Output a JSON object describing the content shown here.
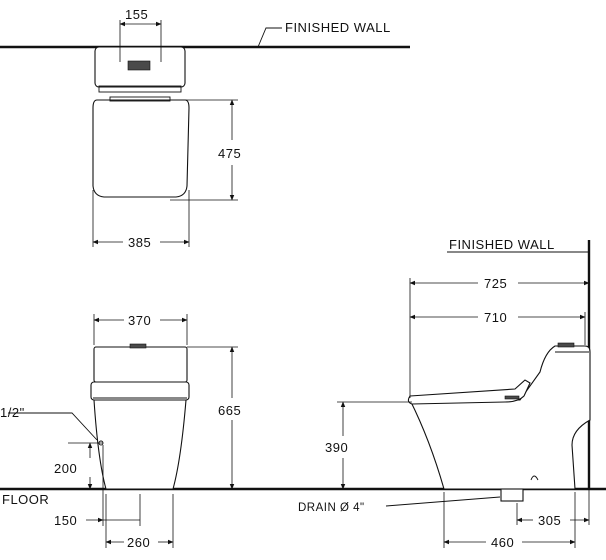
{
  "labels": {
    "finished_wall_top": "FINISHED  WALL",
    "finished_wall_side": "FINISHED  WALL",
    "floor": "FLOOR",
    "drain": "DRAIN Ø 4\"",
    "water_inlet": "1/2\""
  },
  "dimensions": {
    "top_tank_width": "155",
    "top_depth": "475",
    "top_width": "385",
    "front_width": "370",
    "front_height": "665",
    "inlet_height": "200",
    "inlet_offset": "150",
    "base_width": "260",
    "side_length": "725",
    "side_bowl_length": "710",
    "seat_height": "390",
    "base_depth": "460",
    "rough_in": "305"
  }
}
